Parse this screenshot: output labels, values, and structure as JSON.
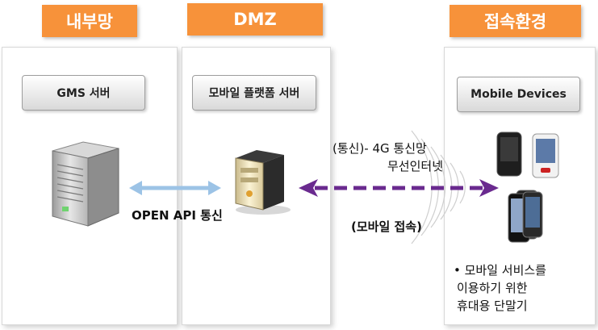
{
  "zones": {
    "internal": {
      "title": "내부망",
      "server_label": "GMS 서버"
    },
    "dmz": {
      "title": "DMZ",
      "server_label": "모바일 플랫폼 서버"
    },
    "access": {
      "title": "접속환경",
      "device_label": "Mobile Devices"
    }
  },
  "links": {
    "api": "OPEN API 통신",
    "comm_line1": "(통신)- 4G 통신망",
    "comm_line2": "무선인터넷",
    "mobile_access": "(모바일 접속)"
  },
  "devices_note": {
    "line1": "• 모바일 서비스를",
    "line2": "이용하기 위한",
    "line3": "휴대용 단말기"
  },
  "colors": {
    "header_orange": "#f7923a",
    "api_arrow": "#9cc3e6",
    "mobile_arrow": "#6a2a8f"
  },
  "icons": [
    "rack-server-icon",
    "desktop-server-icon",
    "smartphone-icon",
    "wireless-signal-icon"
  ]
}
